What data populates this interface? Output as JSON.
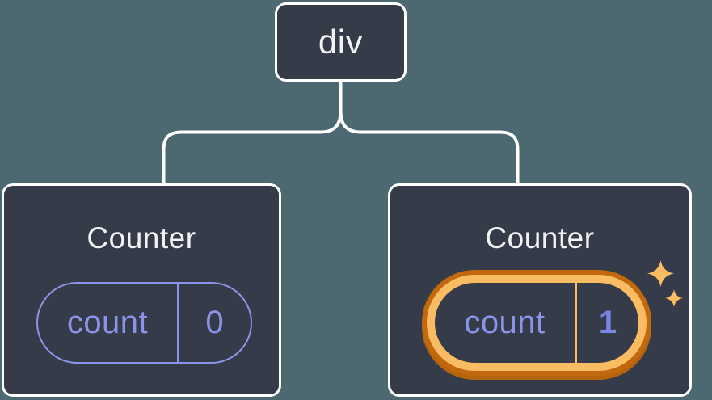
{
  "tree": {
    "root": {
      "label": "div"
    },
    "children": [
      {
        "title": "Counter",
        "state": {
          "key": "count",
          "value": "0"
        },
        "highlighted": false
      },
      {
        "title": "Counter",
        "state": {
          "key": "count",
          "value": "1"
        },
        "highlighted": true
      }
    ]
  },
  "icons": {
    "sparkles": "sparkles-icon (two four-point stars marking updated state)"
  },
  "colors": {
    "background": "#4c6971",
    "node_fill": "#353b48",
    "node_border": "#ffffff",
    "connector": "#ffffff",
    "state_accent": "#8b94e8",
    "highlight_ring_outer": "#c2690f",
    "highlight_ring_inner": "#f9bc62",
    "highlight_value_text": "#7a86e6",
    "title_text": "#f2f3f5"
  }
}
